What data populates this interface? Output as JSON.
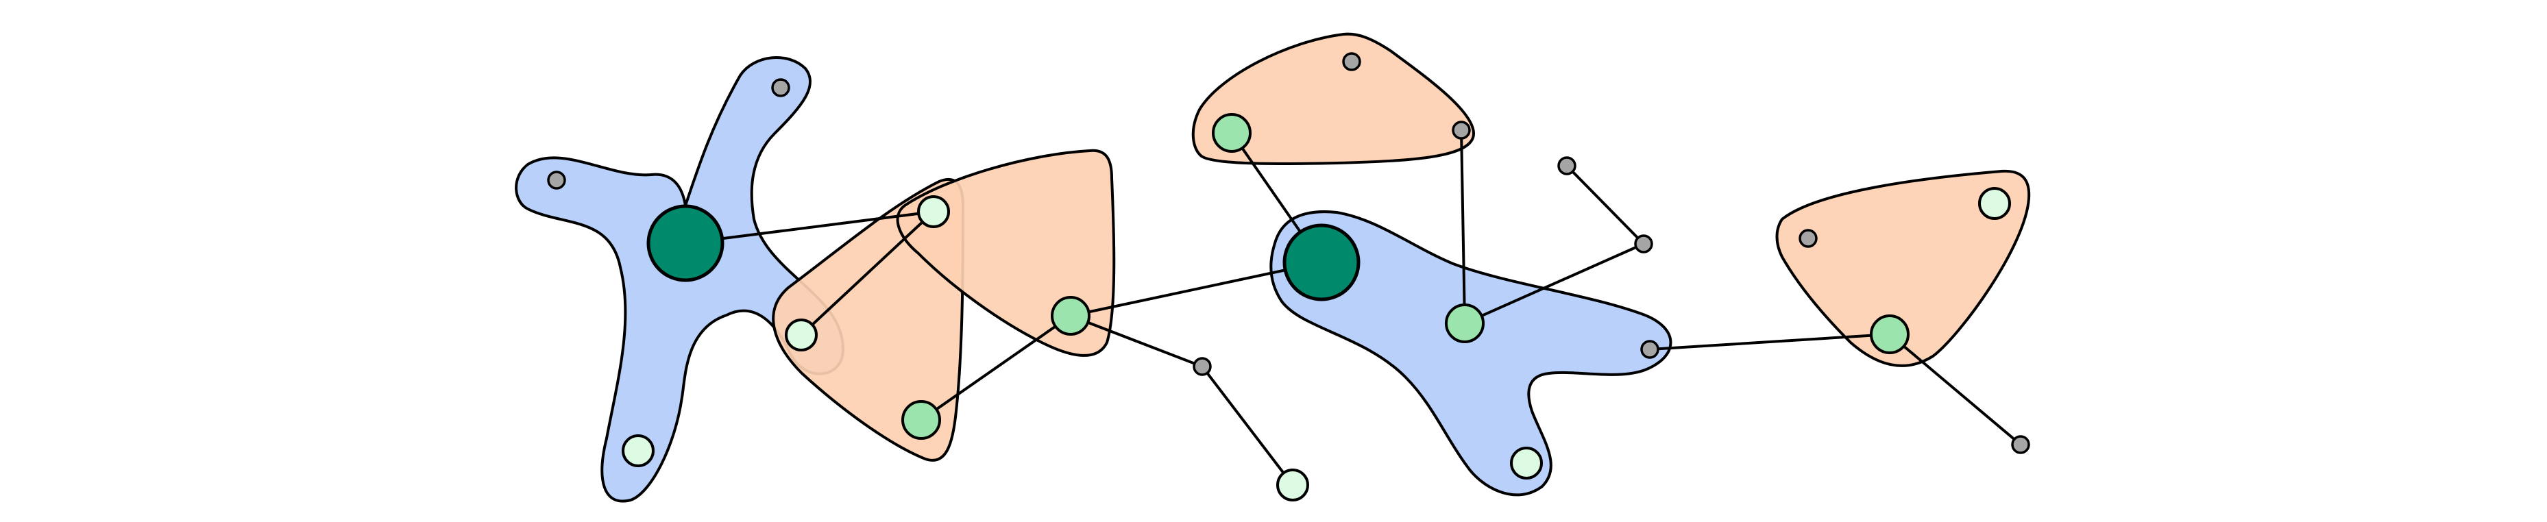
{
  "colors": {
    "background": "#ffffff",
    "blue_region_fill": "#b3cdfa",
    "orange_region_fill": "#fdd0b1",
    "outline": "#000000",
    "hub_node": "#008a6b",
    "mid_node": "#9be4ae",
    "light_node": "#dcfbe2",
    "small_node": "#a5a5a5"
  },
  "regions": [
    {
      "id": "region-blue-left",
      "kind": "blue"
    },
    {
      "id": "region-orange-left-1",
      "kind": "orange"
    },
    {
      "id": "region-orange-left-2",
      "kind": "orange"
    },
    {
      "id": "region-orange-top",
      "kind": "orange"
    },
    {
      "id": "region-blue-middle",
      "kind": "blue"
    },
    {
      "id": "region-orange-right",
      "kind": "orange"
    }
  ],
  "nodes": [
    {
      "id": "n01",
      "type": "hub"
    },
    {
      "id": "n02",
      "type": "hub"
    },
    {
      "id": "n03",
      "type": "mid"
    },
    {
      "id": "n04",
      "type": "mid"
    },
    {
      "id": "n05",
      "type": "mid"
    },
    {
      "id": "n06",
      "type": "mid"
    },
    {
      "id": "n07",
      "type": "mid"
    },
    {
      "id": "n08",
      "type": "light"
    },
    {
      "id": "n09",
      "type": "light"
    },
    {
      "id": "n10",
      "type": "light"
    },
    {
      "id": "n11",
      "type": "light"
    },
    {
      "id": "n12",
      "type": "light"
    },
    {
      "id": "n13",
      "type": "light"
    },
    {
      "id": "n14",
      "type": "small"
    },
    {
      "id": "n15",
      "type": "small"
    },
    {
      "id": "n16",
      "type": "small"
    },
    {
      "id": "n17",
      "type": "small"
    },
    {
      "id": "n18",
      "type": "small"
    },
    {
      "id": "n19",
      "type": "small"
    },
    {
      "id": "n20",
      "type": "small"
    },
    {
      "id": "n21",
      "type": "small"
    },
    {
      "id": "n22",
      "type": "small"
    },
    {
      "id": "n23",
      "type": "small"
    }
  ],
  "edges": [
    [
      "n01",
      "n09"
    ],
    [
      "n09",
      "n08"
    ],
    [
      "n03",
      "n04"
    ],
    [
      "n03",
      "n02"
    ],
    [
      "n03",
      "n18"
    ],
    [
      "n18",
      "n11"
    ],
    [
      "n02",
      "n05"
    ],
    [
      "n06",
      "n17"
    ],
    [
      "n06",
      "n21"
    ],
    [
      "n20",
      "n21"
    ],
    [
      "n22",
      "n07"
    ],
    [
      "n07",
      "n23"
    ]
  ]
}
